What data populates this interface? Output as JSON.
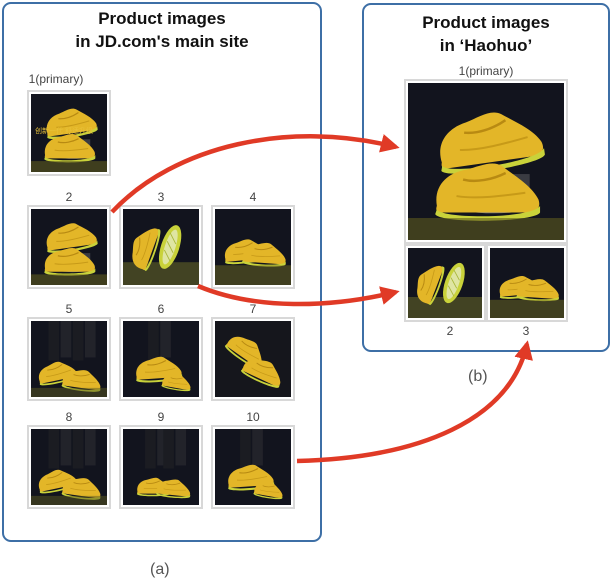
{
  "panel_a": {
    "title_line1": "Product images",
    "title_line2": "in JD.com's main site",
    "caption": "(a)",
    "images": [
      {
        "label": "1(primary)",
        "scene": "pair-stand",
        "watermark_text": "创新一代 舒适升级"
      },
      {
        "label": "2",
        "scene": "pair-stand"
      },
      {
        "label": "3",
        "scene": "soles-up"
      },
      {
        "label": "4",
        "scene": "pair-low"
      },
      {
        "label": "5",
        "scene": "worn-walk"
      },
      {
        "label": "6",
        "scene": "worn-step"
      },
      {
        "label": "7",
        "scene": "pair-tilted"
      },
      {
        "label": "8",
        "scene": "worn-walk"
      },
      {
        "label": "9",
        "scene": "worn-stand"
      },
      {
        "label": "10",
        "scene": "worn-step"
      }
    ]
  },
  "panel_b": {
    "title_line1": "Product images",
    "title_line2": "in ‘Haohuo’",
    "caption": "(b)",
    "images": [
      {
        "label": "1(primary)",
        "scene": "pair-stand"
      },
      {
        "label": "2",
        "scene": "soles-up"
      },
      {
        "label": "3",
        "scene": "pair-low"
      }
    ]
  },
  "arrows": [
    {
      "from": "panel_a image 2",
      "to": "panel_b image 1"
    },
    {
      "from": "panel_a image 3",
      "to": "panel_b image 2"
    },
    {
      "from": "panel_a image 10",
      "to": "panel_b image 3"
    }
  ],
  "colors": {
    "panel_border": "#3d6fa6",
    "arrow": "#e03a26",
    "shoe": "#e3b628",
    "sole": "#c9d23a",
    "photo_background": "#12141e"
  }
}
